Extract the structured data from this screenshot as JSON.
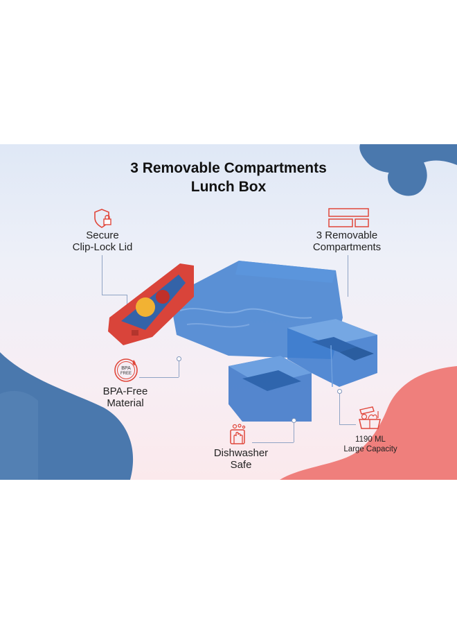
{
  "title": {
    "line1": "3 Removable Compartments",
    "line2": "Lunch Box"
  },
  "features": {
    "lid": {
      "line1": "Secure",
      "line2": "Clip-Lock Lid",
      "icon": "shield-lock-icon"
    },
    "compartments": {
      "line1": "3 Removable",
      "line2": "Compartments",
      "icon": "compartments-icon"
    },
    "bpa": {
      "line1": "BPA-Free",
      "line2": "Material",
      "icon": "bpa-free-icon",
      "badge_line1": "BPA",
      "badge_line2": "FREE"
    },
    "dishwasher": {
      "line1": "Dishwasher",
      "line2": "Safe",
      "icon": "dishwasher-hand-icon"
    },
    "capacity": {
      "line1": "1190 ML",
      "line2": "Large Capacity",
      "icon": "lunchbox-food-icon"
    }
  },
  "colors": {
    "accent_red": "#e0463a",
    "blob_blue": "#4a78ad",
    "blob_coral": "#ef7f7c",
    "box_blue": "#3b76c4",
    "lid_red": "#d9443a"
  }
}
